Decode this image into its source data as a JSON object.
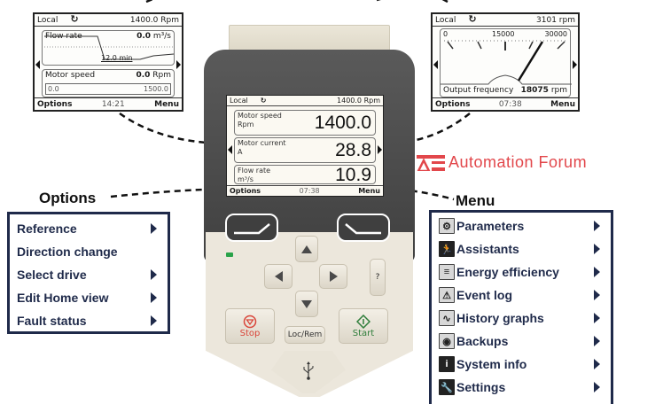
{
  "callout_left": {
    "status": "Local",
    "rotation_icon": "rotate-cw-icon",
    "reference": "1400.0 Rpm",
    "trend": {
      "label": "Flow rate",
      "value": "0.0",
      "unit": "m³/s",
      "time_label": "12.0 min"
    },
    "bar": {
      "label": "Motor speed",
      "value": "0.0",
      "unit": "Rpm",
      "min": "0.0",
      "max": "1500.0"
    },
    "softkeys": {
      "left": "Options",
      "clock": "14:21",
      "right": "Menu"
    }
  },
  "callout_right": {
    "status": "Local",
    "rotation_icon": "rotate-cw-icon",
    "reference": "3101 rpm",
    "gauge": {
      "ticks": [
        "0",
        "15000",
        "30000"
      ],
      "label": "Output frequency",
      "value": "18075",
      "unit": "rpm"
    },
    "softkeys": {
      "left": "Options",
      "clock": "07:38",
      "right": "Menu"
    }
  },
  "device_screen": {
    "status": "Local",
    "rotation_icon": "rotate-cw-icon",
    "reference": "1400.0 Rpm",
    "tiles": [
      {
        "label": "Motor speed",
        "unit": "Rpm",
        "value": "1400.0"
      },
      {
        "label": "Motor current",
        "unit": "A",
        "value": "28.8"
      },
      {
        "label": "Flow rate",
        "unit": "m³/s",
        "value": "10.9"
      }
    ],
    "softkeys": {
      "left": "Options",
      "clock": "07:38",
      "right": "Menu"
    }
  },
  "keypad": {
    "help": "?",
    "stop": "Stop",
    "loc_rem": "Loc/Rem",
    "start": "Start",
    "usb_icon": "usb-icon",
    "colors": {
      "stop": "#d9453a",
      "start": "#2e7d3a",
      "led": "#2aa34a"
    }
  },
  "logo": {
    "mark": "AE",
    "text": "Automation Forum",
    "color": "#e2474b"
  },
  "options_menu": {
    "title": "Options",
    "items": [
      {
        "label": "Reference",
        "has_submenu": true
      },
      {
        "label": "Direction change",
        "has_submenu": false
      },
      {
        "label": "Select drive",
        "has_submenu": true
      },
      {
        "label": "Edit Home view",
        "has_submenu": true
      },
      {
        "label": "Fault status",
        "has_submenu": true
      }
    ]
  },
  "main_menu": {
    "title": "Menu",
    "items": [
      {
        "label": "Parameters",
        "icon": "parameters-icon",
        "glyph": "⚙"
      },
      {
        "label": "Assistants",
        "icon": "assistants-icon",
        "glyph": "🏃"
      },
      {
        "label": "Energy efficiency",
        "icon": "energy-efficiency-icon",
        "glyph": "≡"
      },
      {
        "label": "Event log",
        "icon": "event-log-icon",
        "glyph": "⚠"
      },
      {
        "label": "History graphs",
        "icon": "history-graphs-icon",
        "glyph": "∿"
      },
      {
        "label": "Backups",
        "icon": "backups-icon",
        "glyph": "◉"
      },
      {
        "label": "System info",
        "icon": "system-info-icon",
        "glyph": "i"
      },
      {
        "label": "Settings",
        "icon": "settings-icon",
        "glyph": "🔧"
      }
    ]
  }
}
